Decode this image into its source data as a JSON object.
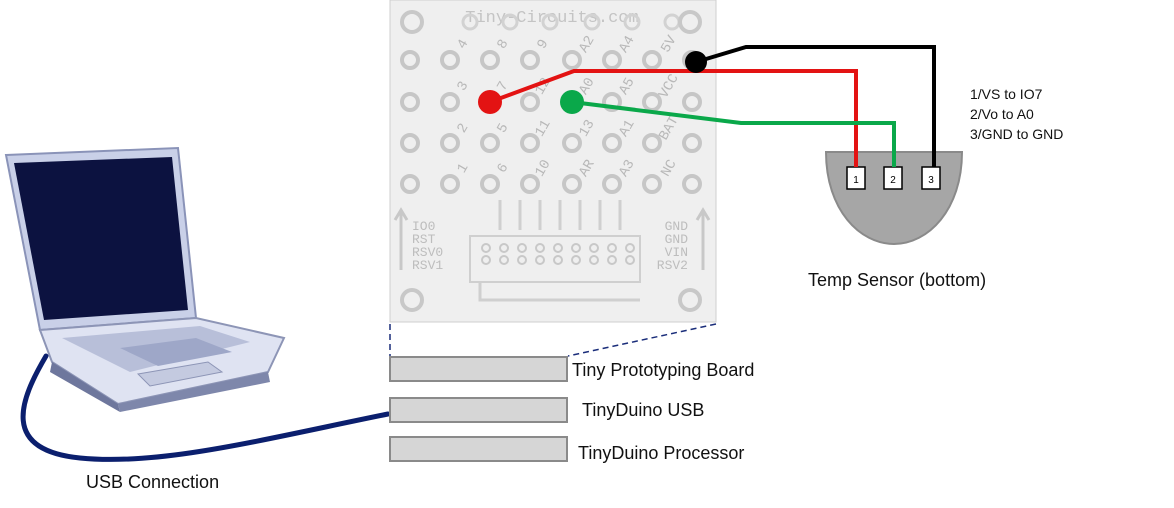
{
  "board": {
    "header": "Tiny-Circuits.com",
    "top_labels": [
      "4",
      "8",
      "9",
      "A2",
      "A4",
      "5V"
    ],
    "row2_labels": [
      "3",
      "7",
      "12",
      "A0",
      "A5",
      "VCC"
    ],
    "row3_labels": [
      "2",
      "5",
      "11",
      "13",
      "A1",
      "BAT"
    ],
    "row4_labels": [
      "1",
      "6",
      "10",
      "AR",
      "A3",
      "NC"
    ],
    "left_pins": [
      "IO0",
      "RST",
      "RSV0",
      "RSV1"
    ],
    "right_pins": [
      "GND",
      "GND",
      "VIN",
      "RSV2"
    ]
  },
  "sensor": {
    "pins": [
      "1",
      "2",
      "3"
    ],
    "label": "Temp Sensor (bottom)",
    "connections": [
      "1/VS to IO7",
      "2/Vo to A0",
      "3/GND to GND"
    ]
  },
  "stack": {
    "layers": [
      "Tiny Prototyping Board",
      "TinyDuino USB",
      "TinyDuino Processor"
    ]
  },
  "usb_label": "USB Connection",
  "colors": {
    "vs_wire": "#e31313",
    "vo_wire": "#0aa84a",
    "gnd_wire": "#000000",
    "usb_cable": "#0b1f6e",
    "sensor_body": "#a6a6a6",
    "stack_fill": "#d6d6d6",
    "laptop_screen": "#0c1240"
  }
}
